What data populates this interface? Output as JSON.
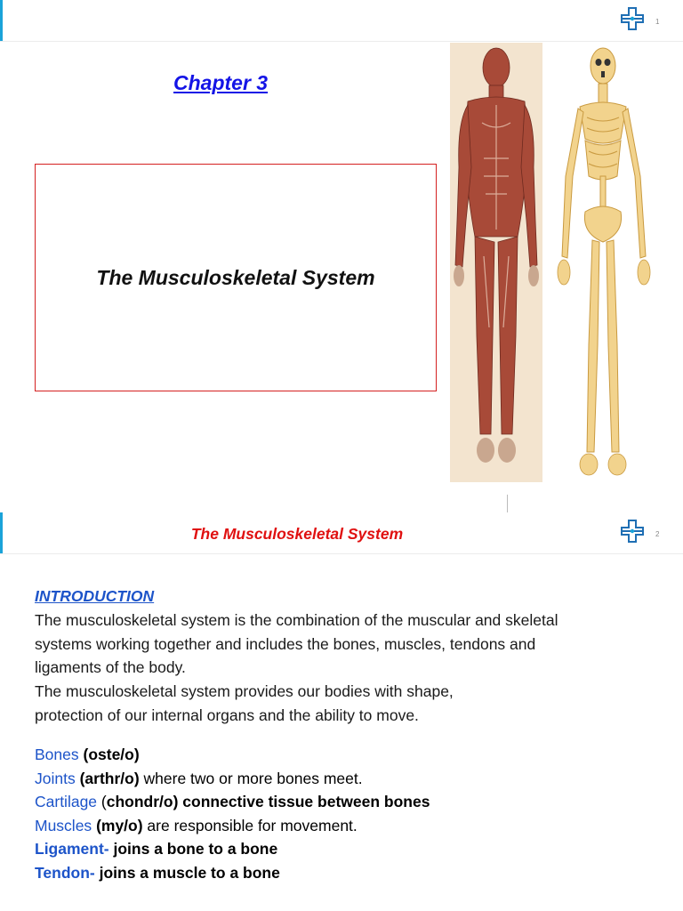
{
  "slide1": {
    "page_number": "1",
    "chapter": "Chapter 3",
    "title": "The Musculoskeletal System",
    "images": [
      "muscular-system-figure",
      "skeletal-system-figure"
    ]
  },
  "slide2": {
    "page_number": "2",
    "header_title": "The Musculoskeletal System",
    "intro_heading": "INTRODUCTION",
    "intro_paragraph_1": "The musculoskeletal system is the combination of the muscular and skeletal systems working together and includes the bones, muscles, tendons and ligaments of the body.",
    "intro_paragraph_2": "The musculoskeletal system provides our bodies with shape, protection of our internal organs and the ability to move.",
    "terms": [
      {
        "term": "Bones",
        "sep": " ",
        "rest": "(oste/o)",
        "rest_bold": true
      },
      {
        "term": "Joints",
        "sep": " ",
        "rest": "(arthr/o)",
        "rest_bold": true,
        "extra": " where two or more bones meet."
      },
      {
        "term": "Cartilage",
        "sep": " (",
        "rest": "chondr/o) connective tissue between bones",
        "rest_bold": true
      },
      {
        "term": "Muscles",
        "sep": " ",
        "rest": "(my/o)",
        "rest_bold": true,
        "extra": " are responsible for movement."
      },
      {
        "term": "Ligament-",
        "sep": " ",
        "rest": "joins a bone to a bone",
        "rest_bold": true
      },
      {
        "term": "Tendon-",
        "sep": " ",
        "rest": "joins a muscle to a bone",
        "rest_bold": true
      }
    ]
  },
  "colors": {
    "accent_bar": "#1aa3d9",
    "chapter_link": "#1414e6",
    "title_box_border": "#d42020",
    "slide2_title": "#e01010",
    "keyword_blue": "#1d54c9"
  },
  "icons": [
    "medical-cross-logo-icon"
  ]
}
